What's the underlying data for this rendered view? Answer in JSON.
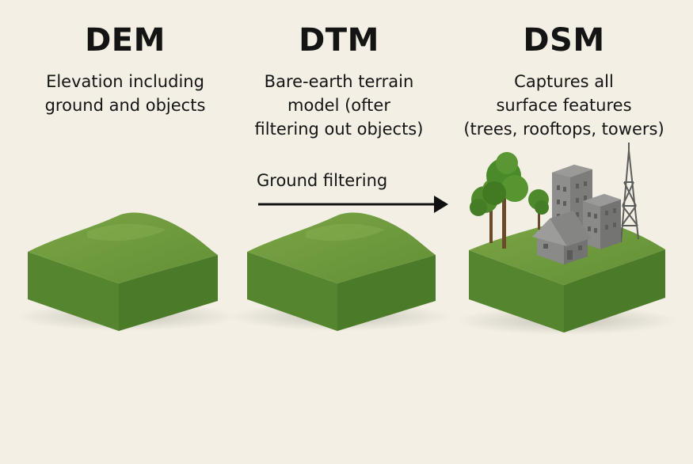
{
  "panels": [
    {
      "title": "DEM",
      "description": [
        "Elevation including",
        "ground and objects"
      ]
    },
    {
      "title": "DTM",
      "description": [
        "Bare-earth terrain",
        "model (ofter",
        "filtering out objects)"
      ]
    },
    {
      "title": "DSM",
      "description": [
        "Captures all",
        "surface features",
        "(trees, rooftops, towers)"
      ]
    }
  ],
  "arrow": {
    "label": "Ground filtering"
  },
  "colors": {
    "background": "#f3efe4",
    "grass_top": "#6f9a3e",
    "grass_side": "#5b8733",
    "grass_front": "#4f7b2c",
    "building": "#7a7a78",
    "tree": "#4a8a2a"
  },
  "icons": [
    "terrain-block-icon",
    "tree-icon",
    "building-icon",
    "house-icon",
    "tower-icon",
    "arrow-right-icon"
  ]
}
